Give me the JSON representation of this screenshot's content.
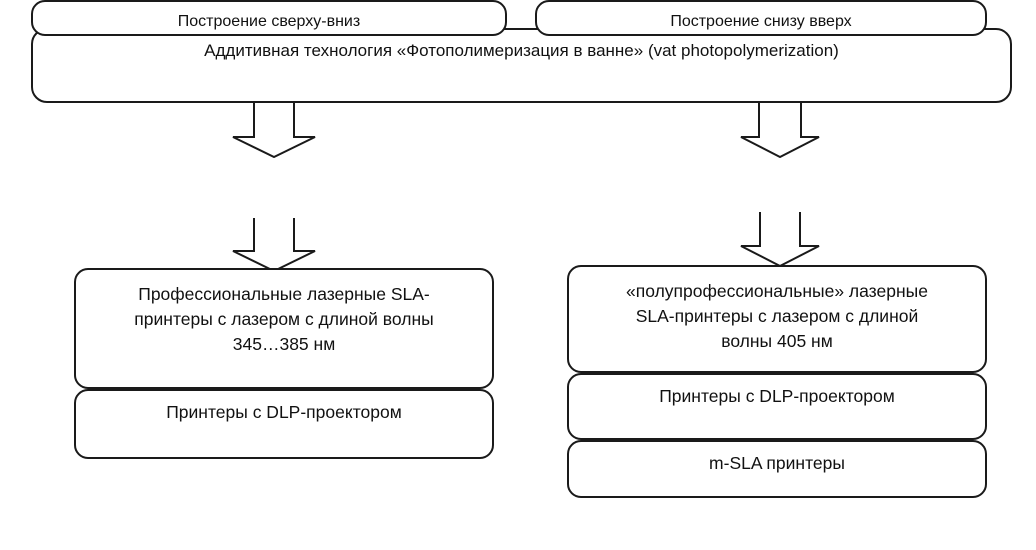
{
  "diagram": {
    "title_box": {
      "label": "Аддитивная технология «Фотополимеризация в ванне» (vat photopolymerization)"
    },
    "branches": [
      {
        "label": "Построение сверху-вниз"
      },
      {
        "label": "Построение снизу вверх"
      }
    ],
    "left_column": [
      {
        "label": "Профессиональные лазерные SLA-\nпринтеры с лазером с длиной волны\n345…385 нм"
      },
      {
        "label": "Принтеры с DLP-проектором"
      }
    ],
    "right_column": [
      {
        "label": "«полупрофессиональные» лазерные\nSLA-принтеры с лазером с длиной\nволны 405 нм"
      },
      {
        "label": "Принтеры с DLP-проектором"
      },
      {
        "label": "m-SLA принтеры"
      }
    ],
    "colors": {
      "stroke": "#1a1a1a",
      "fill": "#ffffff",
      "text": "#111111"
    }
  }
}
